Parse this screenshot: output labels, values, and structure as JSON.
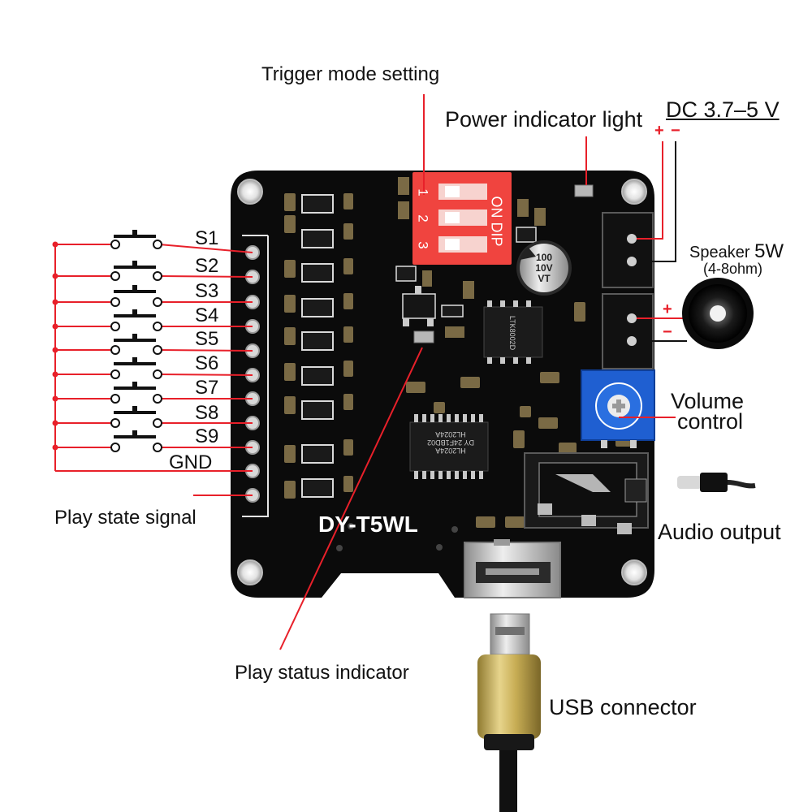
{
  "labels": {
    "trigger_mode": "Trigger mode setting",
    "power_indicator": "Power indicator light",
    "dc_voltage": "DC 3.7–5 V",
    "speaker_prefix": "Speaker",
    "speaker_power": "5W",
    "speaker_impedance": "(4-8ohm)",
    "volume_line1": "Volume",
    "volume_line2": "control",
    "audio_output": "Audio output",
    "play_state_signal": "Play state signal",
    "play_status_indicator": "Play status indicator",
    "usb_connector": "USB connector"
  },
  "switches": [
    {
      "label": "S1"
    },
    {
      "label": "S2"
    },
    {
      "label": "S3"
    },
    {
      "label": "S4"
    },
    {
      "label": "S5"
    },
    {
      "label": "S6"
    },
    {
      "label": "S7"
    },
    {
      "label": "S8"
    },
    {
      "label": "S9"
    }
  ],
  "gnd_label": "GND",
  "board": {
    "model": "DY-T5WL",
    "dip_numbers": [
      "1",
      "2",
      "3"
    ],
    "dip_text": "ON DIP",
    "capacitor_lines": [
      "100",
      "10V",
      "VT"
    ],
    "amp_ic_lines": [
      "LTK8002D"
    ],
    "main_ic_lines": [
      "HL2024A",
      "DY 24F1BD02",
      "HL2024A"
    ]
  },
  "polarity": {
    "dc_plus": "+",
    "dc_minus": "−",
    "spk_plus": "+",
    "spk_minus": "−"
  },
  "colors": {
    "board": "#0b0b0b",
    "callout_line": "#e8202a",
    "dip_switch": "#f0443f",
    "potentiometer": "#1f5fd1",
    "usb_plug": "#c9b15a"
  }
}
